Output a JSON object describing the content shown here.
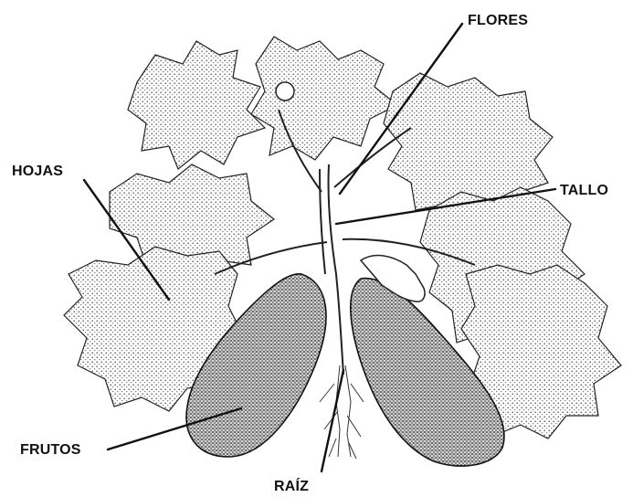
{
  "diagram": {
    "labels": {
      "flores": "FLORES",
      "tallo": "TALLO",
      "hojas": "HOJAS",
      "frutos": "FRUTOS",
      "raiz": "RAÍZ"
    }
  }
}
